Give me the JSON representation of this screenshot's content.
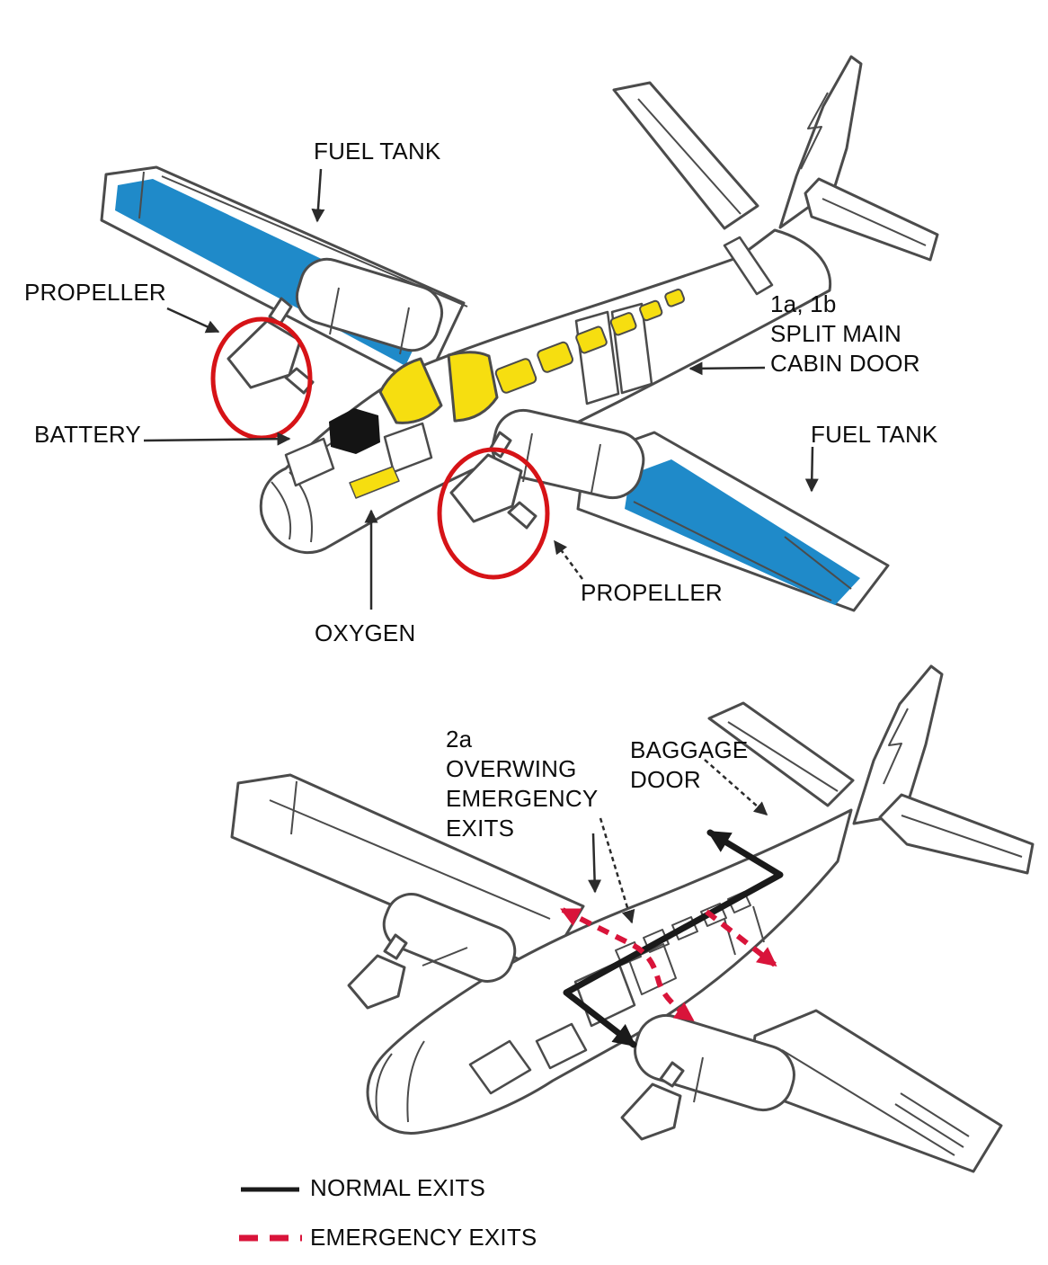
{
  "palette": {
    "background": "#ffffff",
    "outline_gray": "#4b4b4b",
    "fuel_tank_blue": "#1f8ac9",
    "window_yellow": "#f6de10",
    "propeller_circle_red": "#d61317",
    "battery_black": "#141414",
    "normal_exit_black": "#1a1a1a",
    "emergency_exit_red": "#d9143a",
    "label_text": "#0d0d0d"
  },
  "top_diagram": {
    "description": "twin-engine aircraft systems view",
    "labels": {
      "fuel_tank_left": "FUEL TANK",
      "propeller_left": "PROPELLER",
      "battery": "BATTERY",
      "split_main_cabin_door_line1": "1a, 1b",
      "split_main_cabin_door_line2": "SPLIT MAIN",
      "split_main_cabin_door_line3": "CABIN DOOR",
      "fuel_tank_right": "FUEL TANK",
      "propeller_right": "PROPELLER",
      "oxygen": "OXYGEN"
    }
  },
  "bottom_diagram": {
    "description": "twin-engine aircraft exits view",
    "labels": {
      "overwing_line1": "2a",
      "overwing_line2": "OVERWING",
      "overwing_line3": "EMERGENCY",
      "overwing_line4": "EXITS",
      "baggage_door_line1": "BAGGAGE",
      "baggage_door_line2": "DOOR"
    }
  },
  "legend": {
    "normal_exits": "NORMAL EXITS",
    "emergency_exits": "EMERGENCY EXITS"
  }
}
